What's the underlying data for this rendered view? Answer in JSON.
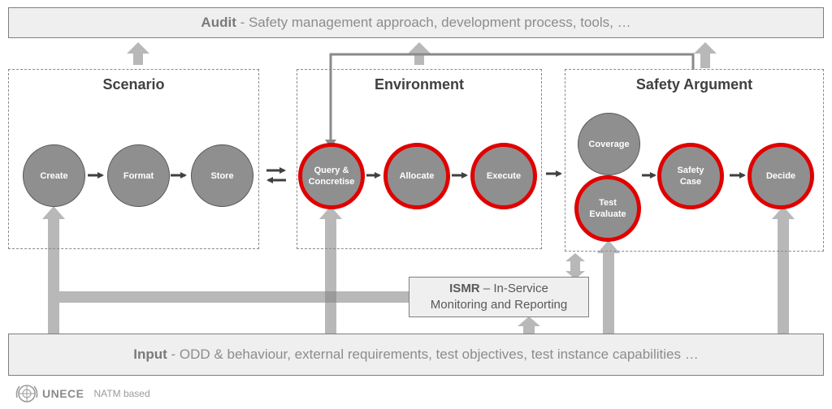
{
  "audit": {
    "bold": "Audit",
    "rest": " - Safety management approach, development process, tools, …"
  },
  "input": {
    "bold": "Input",
    "rest": " - ODD & behaviour, external requirements, test objectives, test instance capabilities …"
  },
  "panels": {
    "scenario": "Scenario",
    "environment": "Environment",
    "safety_argument": "Safety Argument"
  },
  "nodes": {
    "create": "Create",
    "format": "Format",
    "store": "Store",
    "query": "Query & Concretise",
    "allocate": "Allocate",
    "execute": "Execute",
    "coverage": "Coverage",
    "test_evaluate": "Test Evaluate",
    "safety_case": "Safety Case",
    "decide": "Decide"
  },
  "ismr": {
    "bold": "ISMR",
    "line1_rest": " – In-Service",
    "line2": "Monitoring and Reporting"
  },
  "footer": {
    "brand": "UNECE",
    "note": "NATM based"
  },
  "colors": {
    "ring": "#e00000",
    "node_fill": "#8f8f8f",
    "arrow": "#b8b8b8",
    "dark_arrow": "#404040"
  }
}
